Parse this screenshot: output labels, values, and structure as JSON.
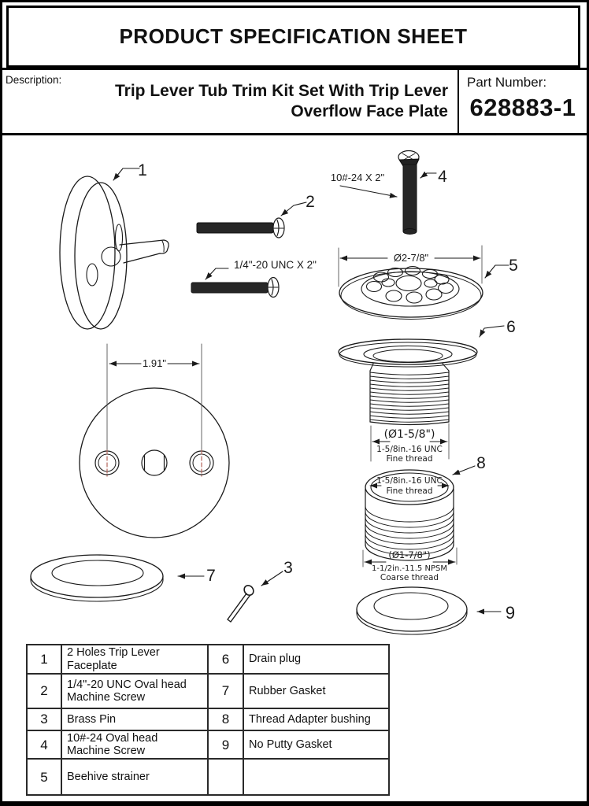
{
  "document": {
    "title": "PRODUCT SPECIFICATION SHEET"
  },
  "description": {
    "label": "Description:",
    "line1": "Trip Lever Tub Trim Kit Set With Trip Lever",
    "line2": "Overflow Face Plate"
  },
  "part_number": {
    "label": "Part Number:",
    "value": "628883-1"
  },
  "diagram": {
    "callouts": [
      "1",
      "2",
      "3",
      "4",
      "5",
      "6",
      "7",
      "8",
      "9"
    ],
    "annotations": {
      "screw2_spec": "1/4\"-20 UNC X 2\"",
      "screw4_spec": "10#-24 X  2\"",
      "strainer_diameter": "Ø2-7/8\"",
      "faceplate_hole_spacing": "1.91\"",
      "drain_diameter": "(Ø1-5/8\")",
      "drain_thread": "1-5/8in.-16 UNC",
      "drain_thread_type": "Fine thread",
      "bushing_top_thread": "1-5/8in.-16 UNC",
      "bushing_top_thread_type": "Fine thread",
      "bushing_diameter": "(Ø1-7/8\")",
      "bushing_bottom_thread": "1-1/2in.-11.5 NPSM",
      "bushing_bottom_thread_type": "Coarse thread"
    }
  },
  "parts_table": {
    "rows": [
      {
        "num_left": "1",
        "desc_left": "2 Holes Trip Lever Faceplate",
        "num_right": "6",
        "desc_right": "Drain plug"
      },
      {
        "num_left": "2",
        "desc_left": "1/4\"-20 UNC Oval head Machine Screw",
        "num_right": "7",
        "desc_right": "Rubber Gasket"
      },
      {
        "num_left": "3",
        "desc_left": "Brass  Pin",
        "num_right": "8",
        "desc_right": "Thread Adapter bushing"
      },
      {
        "num_left": "4",
        "desc_left": "10#-24 Oval head Machine Screw",
        "num_right": "9",
        "desc_right": "No Putty Gasket"
      },
      {
        "num_left": "5",
        "desc_left": "Beehive strainer",
        "num_right": "",
        "desc_right": ""
      }
    ]
  },
  "colors": {
    "line": "#1a1a1a",
    "centerline": "#b4655a",
    "background": "#ffffff"
  }
}
